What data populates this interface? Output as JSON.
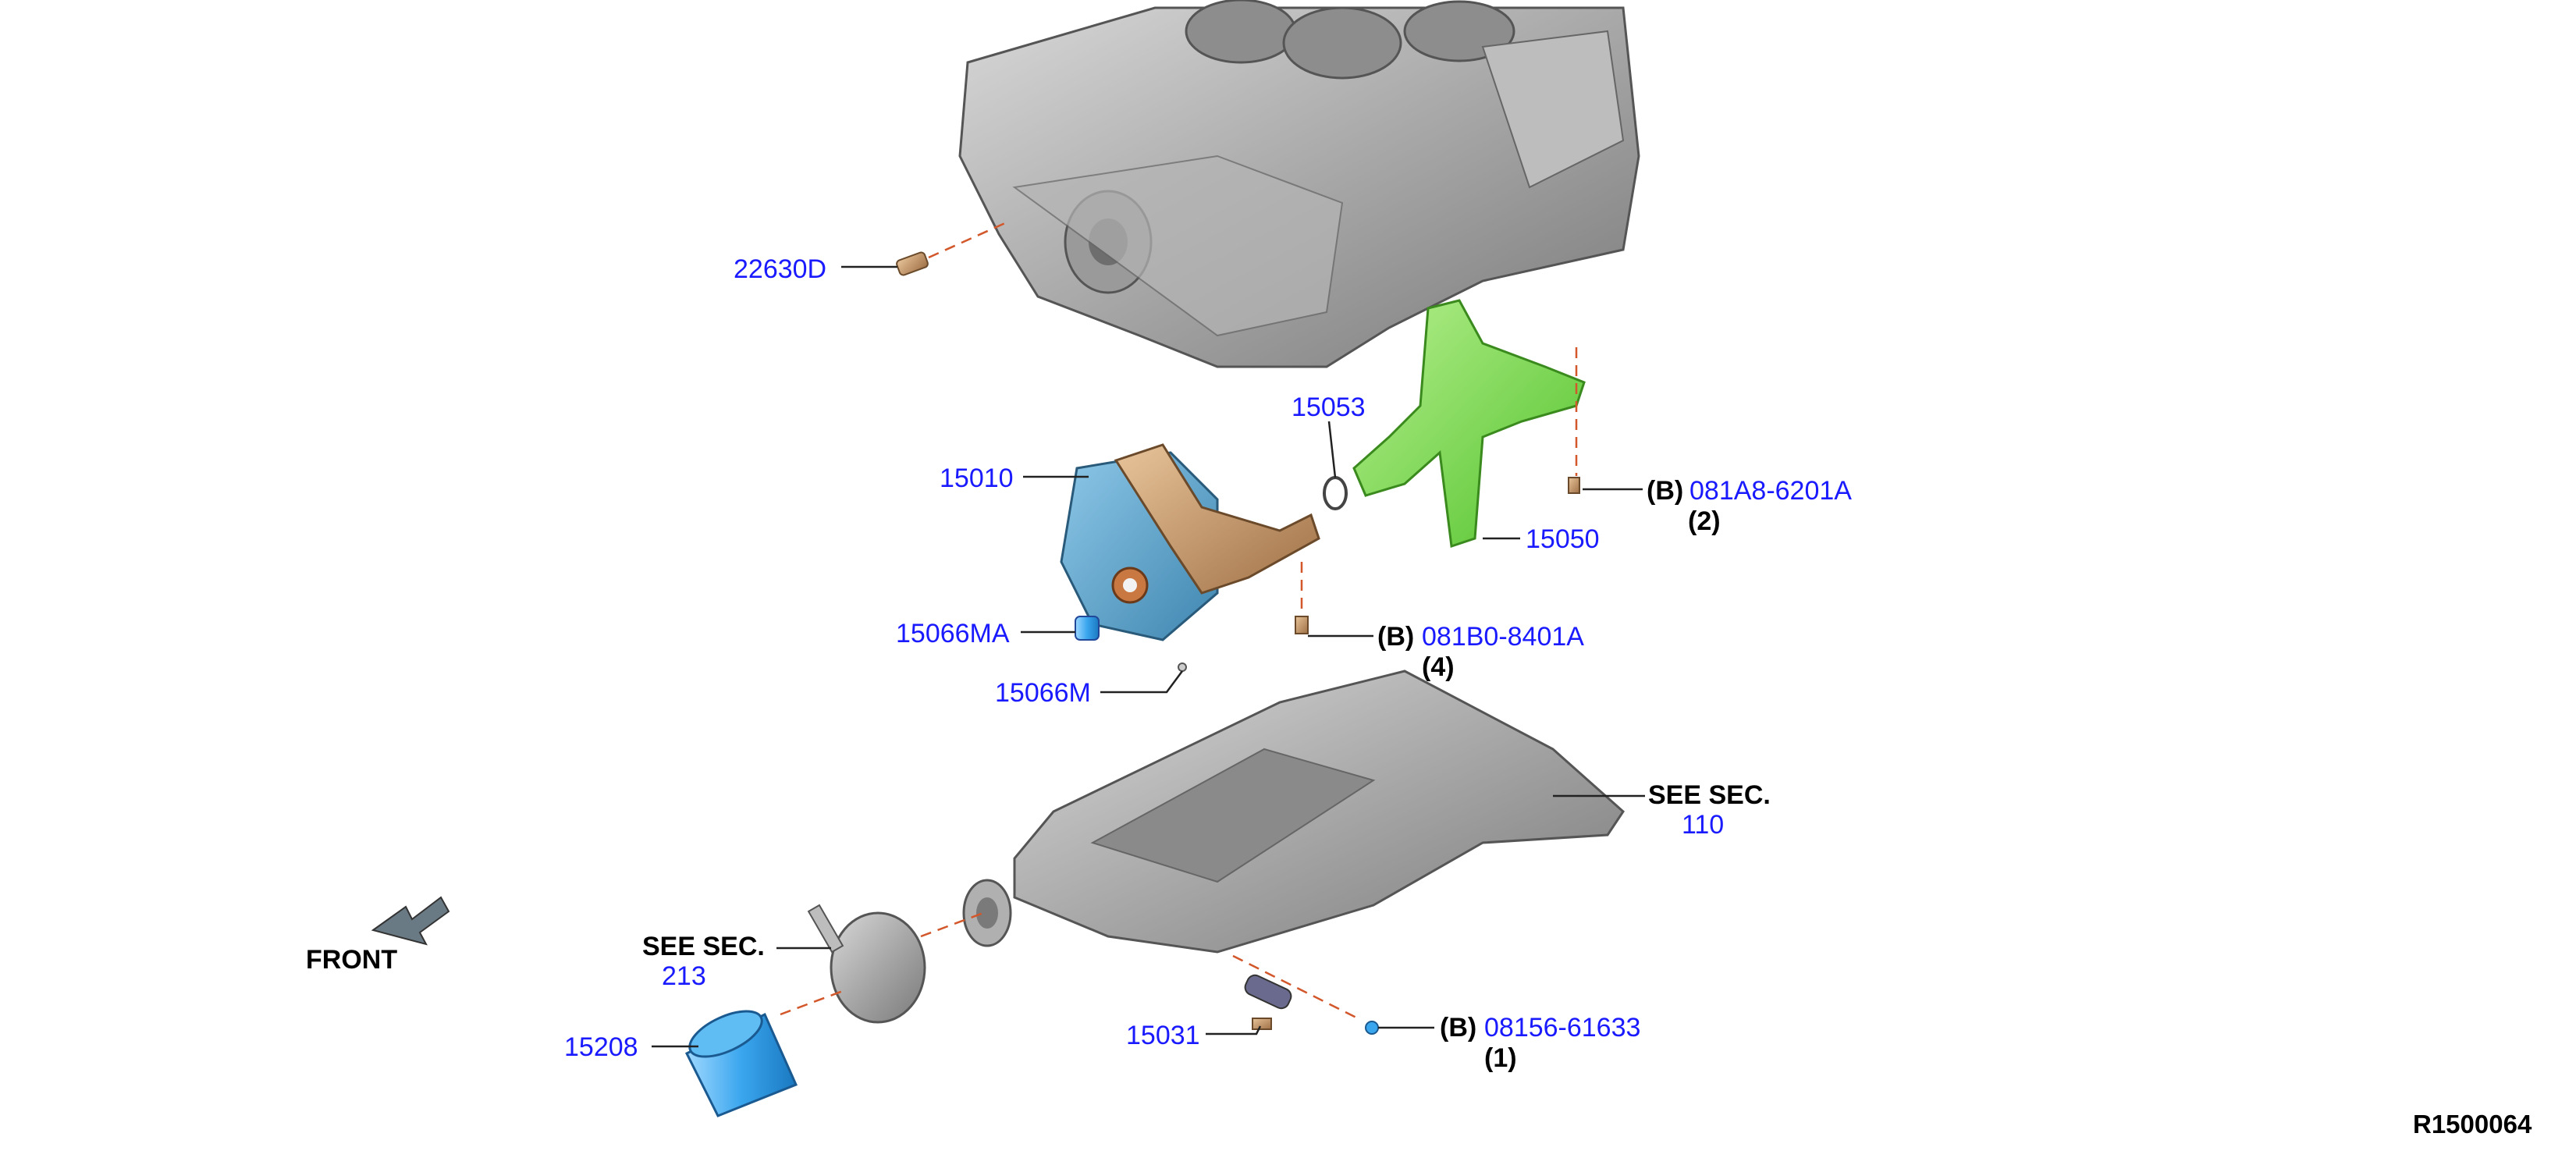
{
  "diagram": {
    "code": "R1500064",
    "front_label": "FRONT",
    "parts": {
      "p22630d": "22630D",
      "p15053": "15053",
      "p15010": "15010",
      "p15050": "15050",
      "p15066ma": "15066MA",
      "p15066m": "15066M",
      "p15208": "15208",
      "p15031": "15031"
    },
    "bolts": [
      {
        "prefix": "(B)",
        "part": "081A8-6201A",
        "qty": "(2)"
      },
      {
        "prefix": "(B)",
        "part": "081B0-8401A",
        "qty": "(4)"
      },
      {
        "prefix": "(B)",
        "part": "08156-61633",
        "qty": "(1)"
      }
    ],
    "see_sec": [
      {
        "label": "SEE SEC.",
        "num": "110"
      },
      {
        "label": "SEE SEC.",
        "num": "213"
      }
    ],
    "colors": {
      "part_number": "#1a1aff",
      "casting": "#a9a9a9",
      "bracket": "#7ee05a",
      "pump_blue": "#5aa8d8",
      "pump_bronze": "#c89a6a",
      "filter": "#3ab0f0"
    }
  }
}
